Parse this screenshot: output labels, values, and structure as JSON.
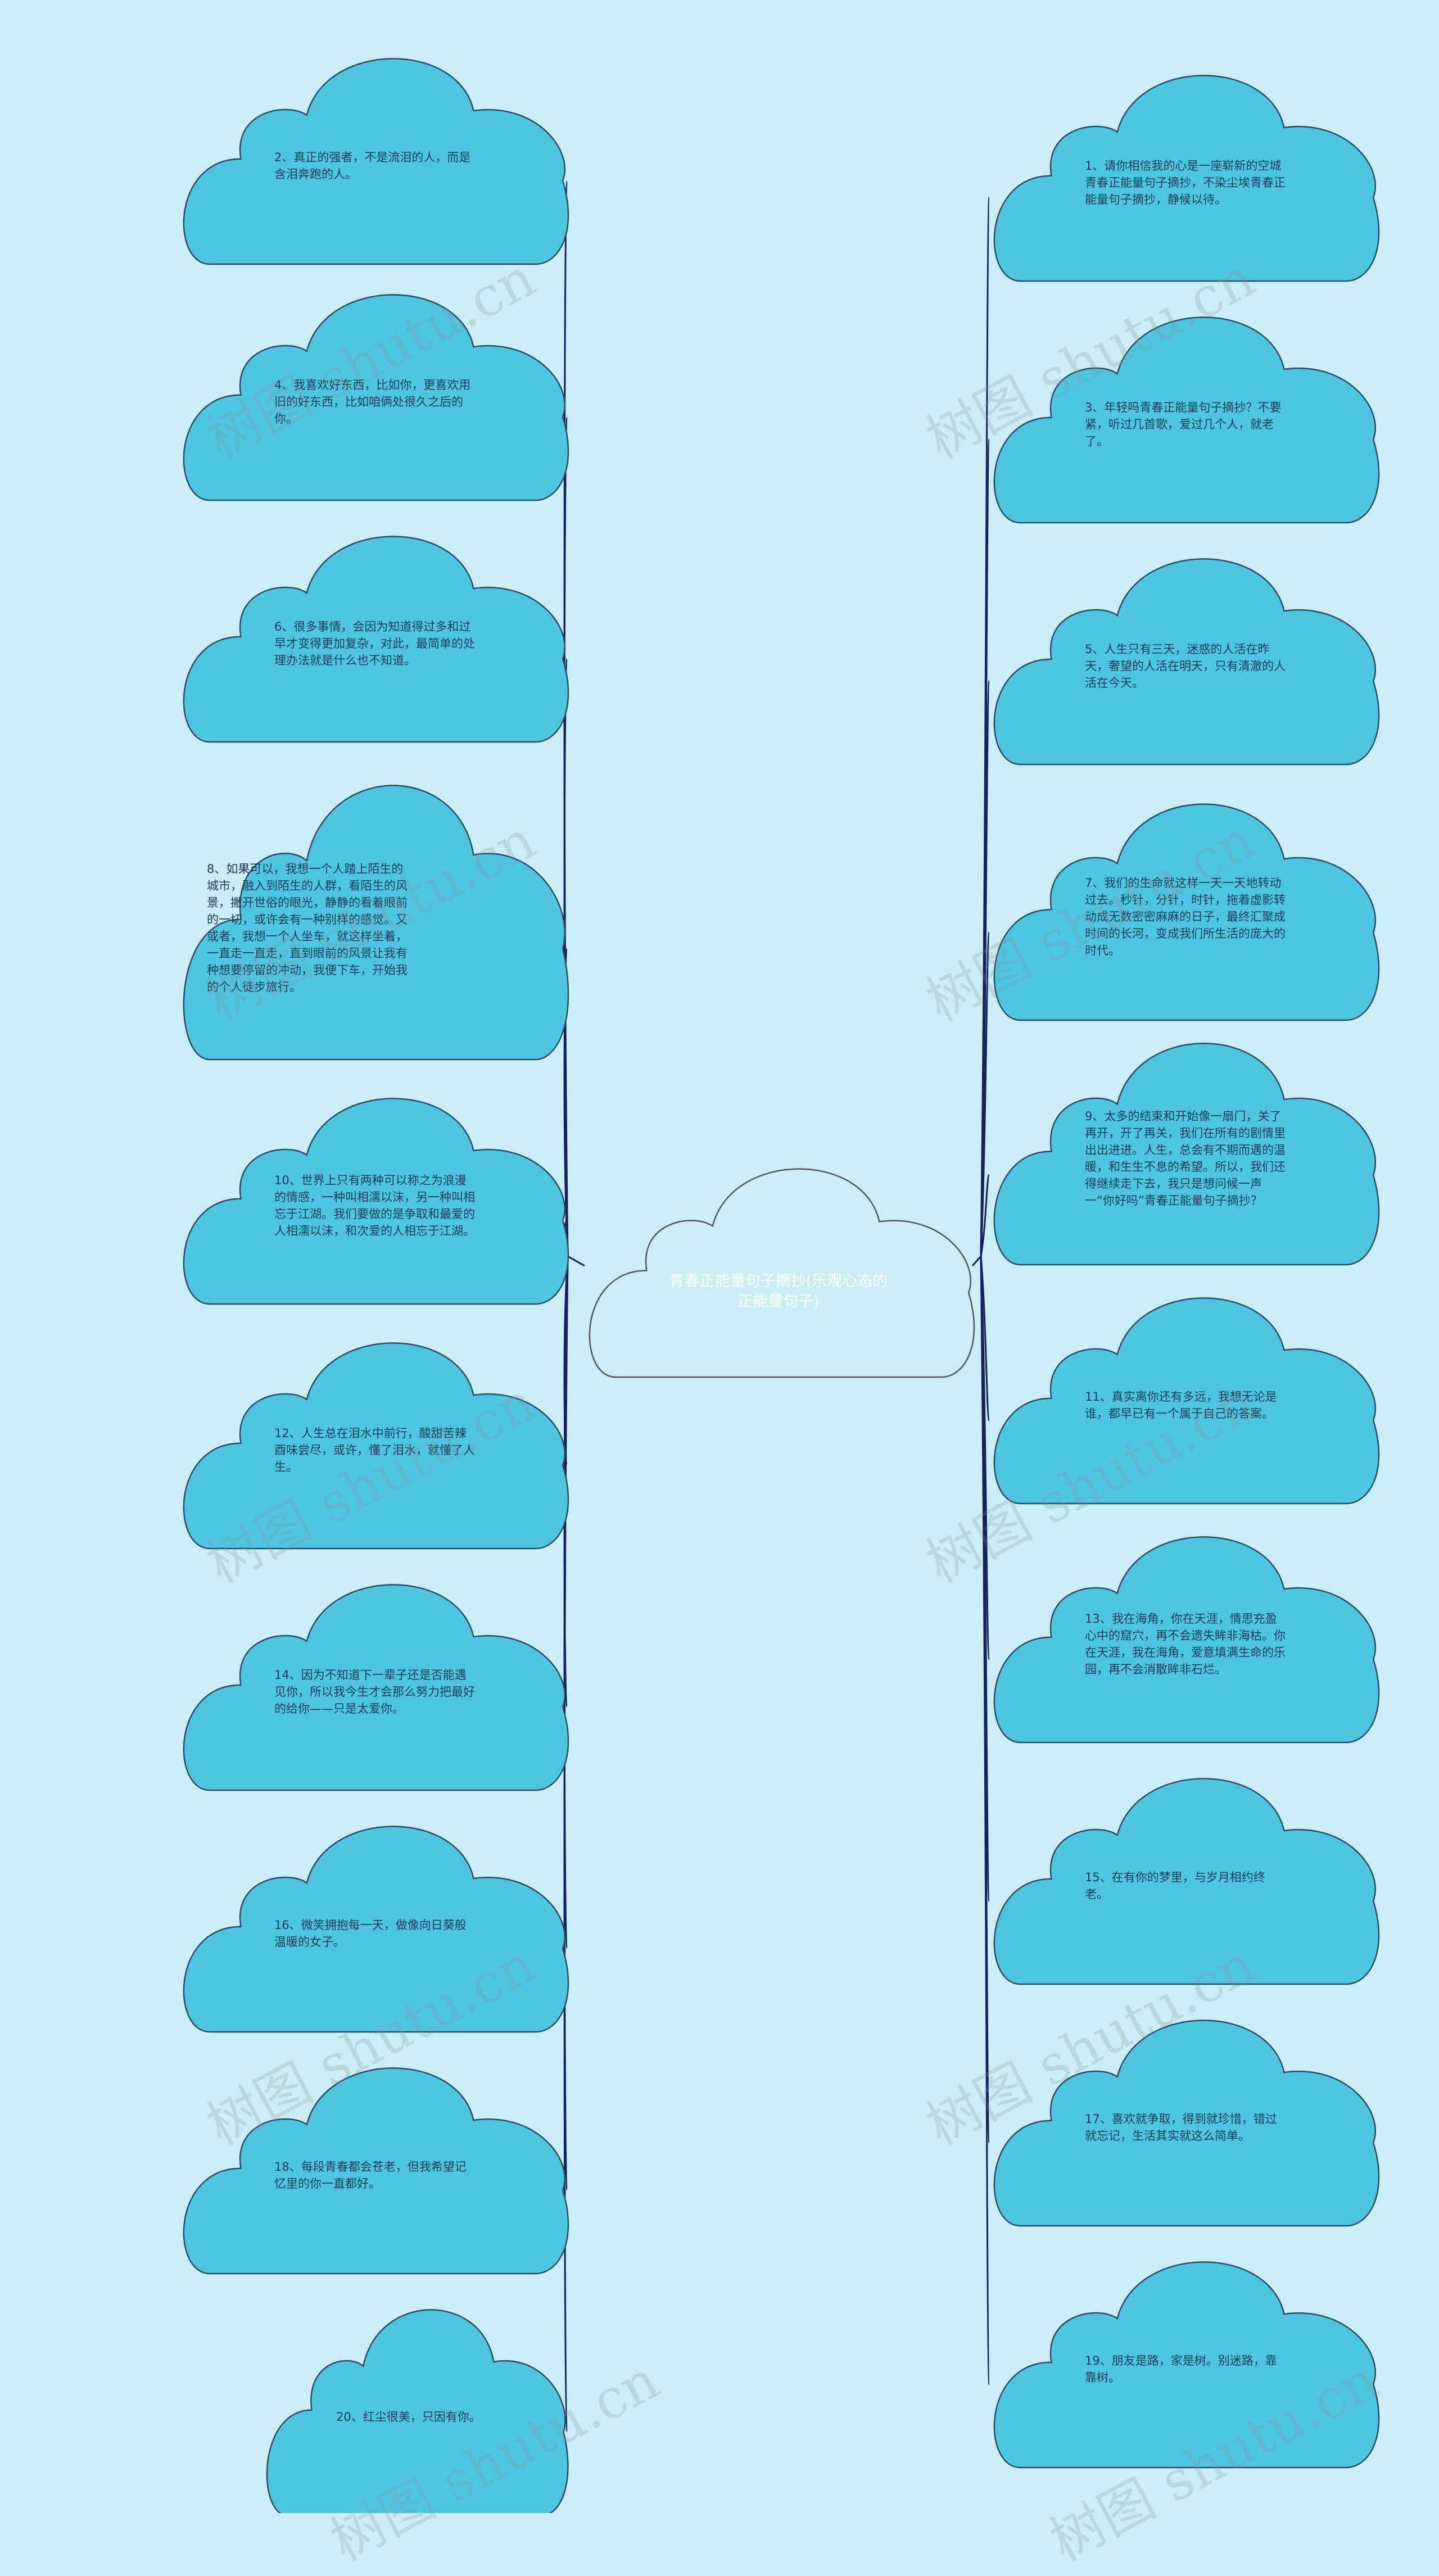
{
  "center": {
    "text": "青春正能量句子摘抄(乐观心态的正能量句子)"
  },
  "left_nodes": [
    {
      "text": "2、真正的强者，不是流泪的人，而是含泪奔跑的人。"
    },
    {
      "text": "4、我喜欢好东西，比如你，更喜欢用旧的好东西，比如咱俩处很久之后的你。"
    },
    {
      "text": "6、很多事情，会因为知道得过多和过早才变得更加复杂，对此，最简单的处理办法就是什么也不知道。"
    },
    {
      "text": "8、如果可以，我想一个人踏上陌生的城市，融入到陌生的人群，看陌生的风景，撇开世俗的眼光，静静的看着眼前的一切，或许会有一种别样的感觉。又或者，我想一个人坐车，就这样坐着，一直走一直走，直到眼前的风景让我有种想要停留的冲动，我便下车，开始我的个人徒步旅行。"
    },
    {
      "text": "10、世界上只有两种可以称之为浪漫的情感，一种叫相濡以沫，另一种叫相忘于江湖。我们要做的是争取和最爱的人相濡以沫，和次爱的人相忘于江湖。"
    },
    {
      "text": "12、人生总在泪水中前行，酸甜苦辣酉味尝尽，或许，懂了泪水，就懂了人生。"
    },
    {
      "text": "14、因为不知道下一辈子还是否能遇见你，所以我今生才会那么努力把最好的给你——只是太爱你。"
    },
    {
      "text": "16、微笑拥抱每一天，做像向日葵般温暖的女子。"
    },
    {
      "text": "18、每段青春都会苍老，但我希望记忆里的你一直都好。"
    },
    {
      "text": "20、红尘很美，只因有你。"
    }
  ],
  "right_nodes": [
    {
      "text": "1、请你相信我的心是一座崭新的空城青春正能量句子摘抄，不染尘埃青春正能量句子摘抄，静候以待。"
    },
    {
      "text": "3、年轻吗青春正能量句子摘抄？不要紧，听过几首歌，爱过几个人，就老了。"
    },
    {
      "text": "5、人生只有三天，迷惑的人活在昨天，奢望的人活在明天，只有清澈的人活在今天。"
    },
    {
      "text": "7、我们的生命就这样一天一天地转动过去。秒针，分针，时针，拖着虚影转动成无数密密麻麻的日子，最终汇聚成时间的长河，变成我们所生活的庞大的时代。"
    },
    {
      "text": "9、太多的结束和开始像一扇门，关了再开，开了再关，我们在所有的剧情里出出进进。人生，总会有不期而遇的温暖，和生生不息的希望。所以，我们还得继续走下去，我只是想问候一声一“你好吗”青春正能量句子摘抄？"
    },
    {
      "text": "11、真实离你还有多远，我想无论是谁，都早已有一个属于自己的答案。"
    },
    {
      "text": "13、我在海角，你在天涯，情思充盈心中的窟穴，再不会遗失眸非海枯。你在天涯，我在海角，爱意填满生命的乐园，再不会消散眸非石烂。"
    },
    {
      "text": "15、在有你的梦里，与岁月相约终老。"
    },
    {
      "text": "17、喜欢就争取，得到就珍惜，错过就忘记，生活其实就这么简单。"
    },
    {
      "text": "19、朋友是路，家是树。别迷路，靠靠树。"
    }
  ],
  "watermark": {
    "text": "树图 shutu.cn"
  },
  "colors": {
    "background": "#c9eef6",
    "cloud_fill": "#4ec6e2",
    "cloud_stroke": "#2d4c63",
    "connector": "#16225e",
    "center_stroke": "#555555",
    "node_text": "#1b3b57"
  }
}
